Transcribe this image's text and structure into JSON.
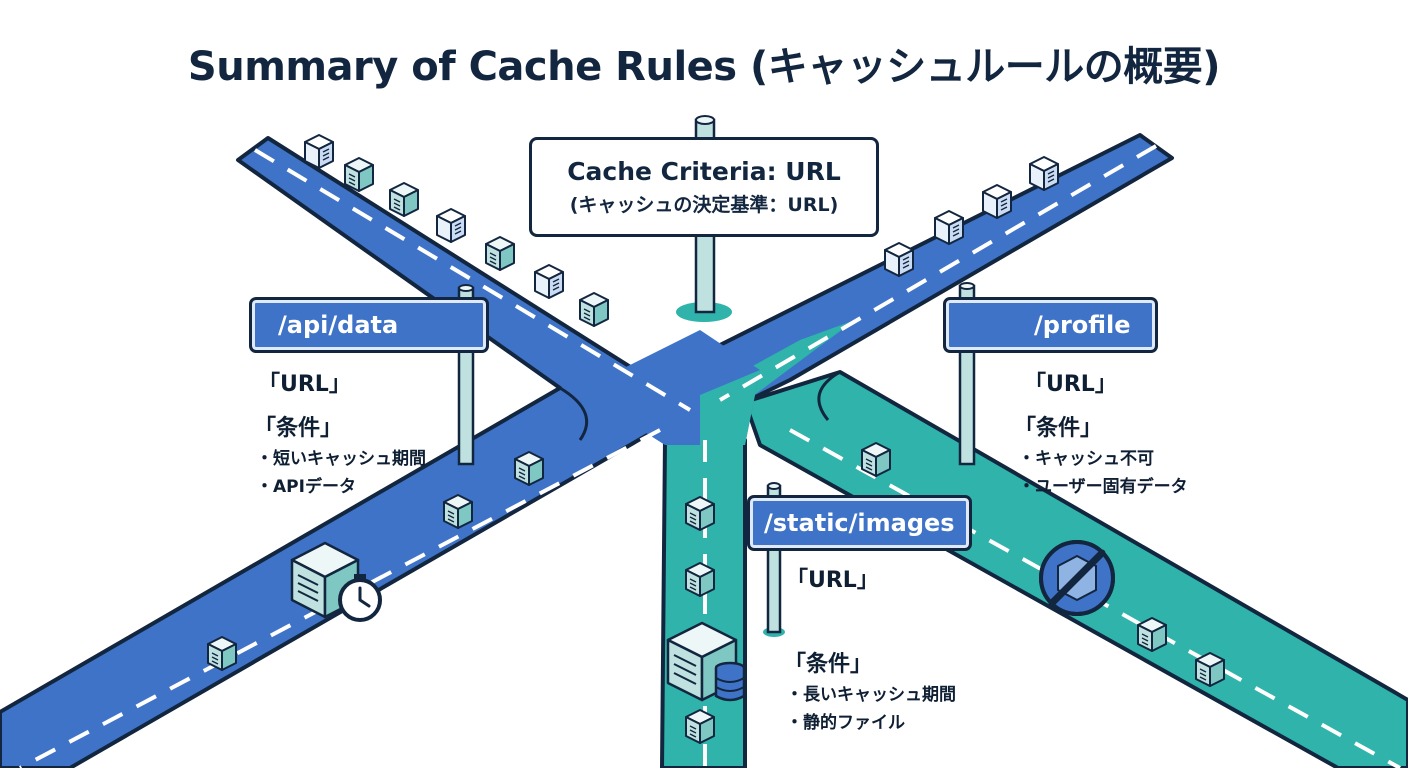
{
  "title": "Summary of Cache Rules (キャッシュルールの概要)",
  "center_sign": {
    "line1": "Cache Criteria: URL",
    "line2": "(キャッシュの決定基準：URL)"
  },
  "routes": {
    "api": {
      "sign": "/api/data",
      "url_label": "「URL」",
      "conditions_label": "「条件」",
      "conditions": [
        "・短いキャッシュ期間",
        "・APIデータ"
      ]
    },
    "profile": {
      "sign": "/profile",
      "url_label": "「URL」",
      "conditions_label": "「条件」",
      "conditions": [
        "・キャッシュ不可",
        "・ユーザー固有データ"
      ]
    },
    "static": {
      "sign": "/static/images",
      "url_label": "「URL」",
      "conditions_label": "「条件」",
      "conditions": [
        "・長いキャッシュ期間",
        "・静的ファイル"
      ]
    }
  },
  "colors": {
    "road_blue": "#3f73c8",
    "road_teal": "#2fb3aa",
    "outline": "#13263f",
    "sign_blue": "#3f73c8"
  },
  "icons": {
    "api_road": "stopwatch-icon",
    "profile_road": "no-entry-icon",
    "static_road": "database-icon"
  }
}
